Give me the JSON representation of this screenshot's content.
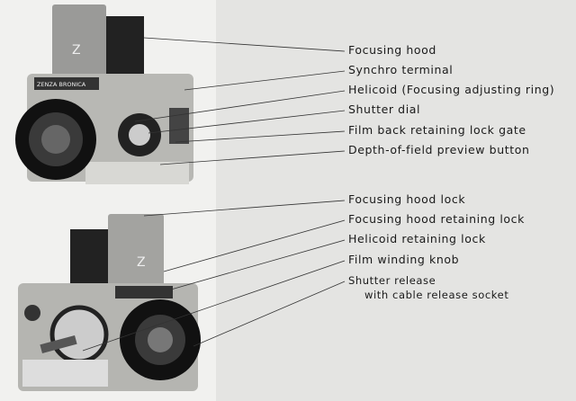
{
  "camera_branding": "ZENZA BRONICA",
  "upper_labels": [
    "Focusing hood",
    "Synchro terminal",
    "Helicoid (Focusing adjusting ring)",
    "Shutter dial",
    "Film back retaining lock gate",
    "Depth-of-field preview button"
  ],
  "lower_labels": [
    "Focusing hood lock",
    "Focusing hood retaining lock",
    "Helicoid retaining lock",
    "Film winding knob"
  ],
  "shutter_release": {
    "line1": "Shutter release",
    "line2": "with cable release socket"
  }
}
